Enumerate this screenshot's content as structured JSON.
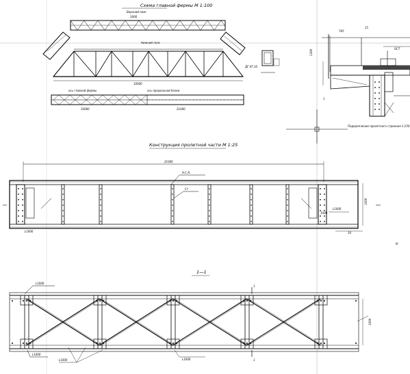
{
  "titles": {
    "truss_scheme": "Схема главной фермы М 1:100",
    "chord_construction": "Конструкция пролетной части М 1:25",
    "section": "1—1",
    "side_note": "Подкрепление пролетного строения 1:150"
  },
  "scheme_labels": {
    "top_chord_note": "Верхний пояс",
    "top_chord_dims": "1000",
    "lower_note": "Нижний пояс",
    "axis_left": "ось главной фермы",
    "axis_right": "ось продольной балки",
    "dim_left": "10000",
    "dim_right": "21000"
  },
  "chord_labels": {
    "span": "21000",
    "node_top": "Н.С.К.",
    "node_mid": "Ст",
    "bottom_left": "L1000",
    "bottom_right": "1000",
    "right_mark": "L1000",
    "far_right": "10"
  },
  "section_labels": {
    "top_left": "L1000",
    "bottom_left": "L1000",
    "bottom_mid_left": "L1000",
    "bottom_mid": "L1000",
    "right_dim": "1000"
  }
}
